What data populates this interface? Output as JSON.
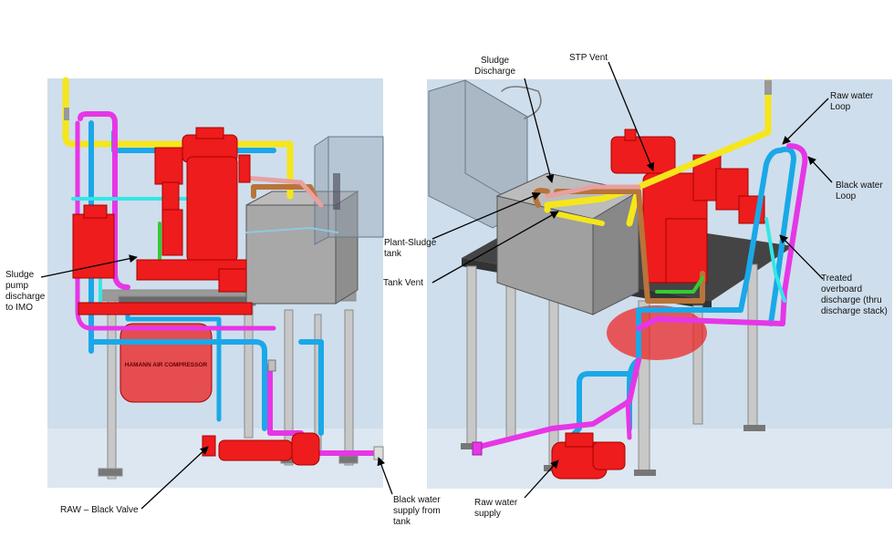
{
  "labels": {
    "sludge_pump_discharge": "Sludge\npump\ndischarge\nto IMO",
    "raw_black_valve": "RAW – Black Valve",
    "black_water_supply": "Black water\nsupply from\ntank",
    "sludge_discharge": "Sludge\nDischarge",
    "stp_vent": "STP Vent",
    "raw_water_loop": "Raw water\nLoop",
    "black_water_loop": "Black water\nLoop",
    "plant_sludge_tank": "Plant-Sludge\ntank",
    "tank_vent": "Tank Vent",
    "treated_overboard_discharge": "Treated\noverboard\ndischarge (thru\ndischarge stack)",
    "raw_water_supply": "Raw water\nsupply"
  },
  "compressor_label": "HAMANN AIR COMPRESSOR",
  "colors": {
    "background": "#cfdeec",
    "pump_red": "#ee1c1c",
    "raw_water_blue": "#1aa8e8",
    "black_water_magenta": "#e636e6",
    "vent_yellow": "#f5e61c",
    "sludge_brown": "#b8743a",
    "tank_gray": "#a8a8a8",
    "frame_gray": "#c8c8c8",
    "green_pipe": "#33cc33",
    "cyan_pipe": "#33e6e6"
  }
}
